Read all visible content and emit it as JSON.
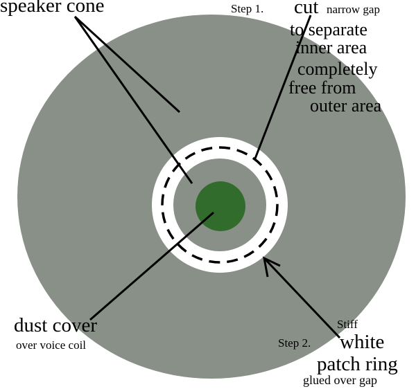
{
  "colors": {
    "cone": "#889088",
    "ring": "#ffffff",
    "dust_cover": "#326c2c",
    "line": "#000000"
  },
  "labels": {
    "speaker_cone": "speaker cone",
    "step1": "Step 1.",
    "cut": "cut",
    "narrow_gap": "narrow gap",
    "to_separate": "to separate",
    "inner_area": "inner area",
    "completely": "completely",
    "free_from": "free from",
    "outer_area": "outer area",
    "dust_cover": "dust cover",
    "over_voice_coil": "over voice coil",
    "stiff": "Stiff",
    "step2": "Step 2.",
    "white": "white",
    "patch_ring": "patch ring",
    "glued_over_gap": "glued over gap"
  }
}
